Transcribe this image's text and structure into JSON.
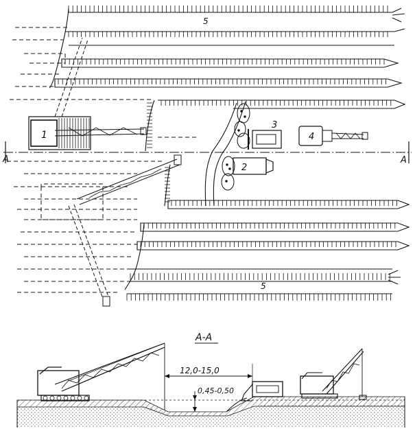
{
  "labels": {
    "excavator_1": "1",
    "bulldozer_2": "2",
    "bulldozer_3": "3",
    "crane_4": "4",
    "trench_top": "5",
    "trench_bottom": "5",
    "section_left": "A",
    "section_right": "A",
    "section_title": "A-A",
    "dim_width": "12,0-15,0",
    "dim_depth": "0,45-0,50"
  },
  "colors": {
    "ink": "#111111",
    "paper": "#ffffff"
  },
  "icons": [
    "excavator-icon",
    "bulldozer-icon",
    "crane-icon",
    "boulder-icon"
  ]
}
